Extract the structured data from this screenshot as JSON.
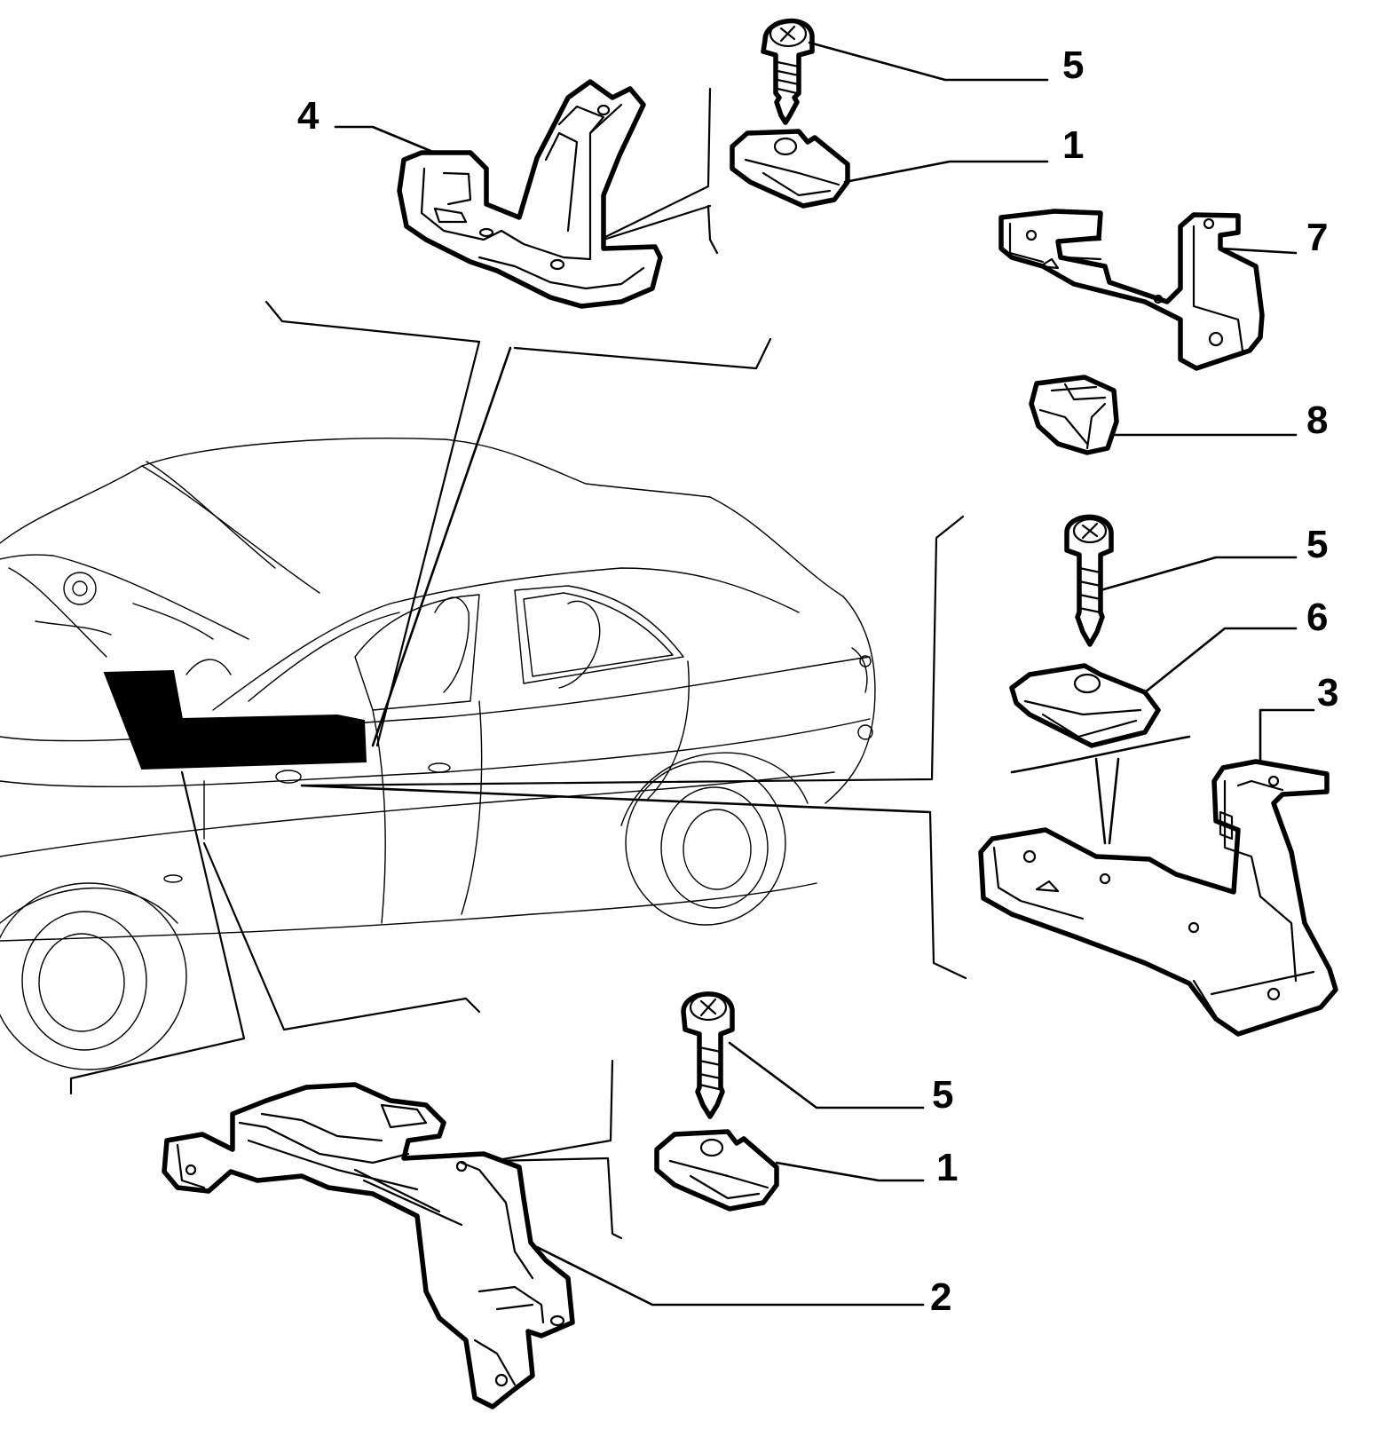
{
  "diagram": {
    "callouts": {
      "c5_top": "5",
      "c1_top": "1",
      "c4": "4",
      "c7": "7",
      "c8": "8",
      "c5_mid": "5",
      "c6": "6",
      "c3": "3",
      "c5_bottom": "5",
      "c1_bottom": "1",
      "c2": "2"
    },
    "colors": {
      "line": "#000000",
      "background": "#ffffff",
      "highlight": "#000000"
    }
  }
}
